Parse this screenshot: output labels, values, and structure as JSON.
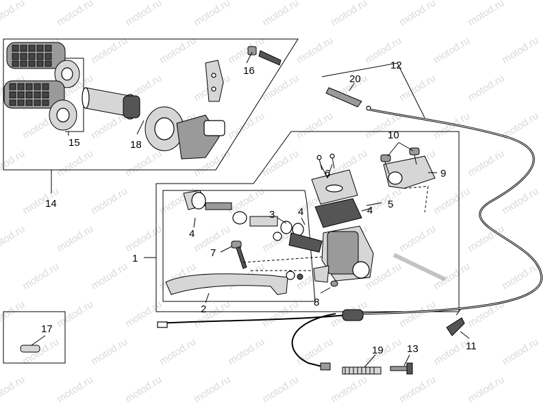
{
  "watermark": "motod.ru",
  "callouts": {
    "c1": "1",
    "c2": "2",
    "c3": "3",
    "c4a": "4",
    "c4b": "4",
    "c4c": "4",
    "c5": "5",
    "c6": "6",
    "c7": "7",
    "c8": "8",
    "c9": "9",
    "c10": "10",
    "c11": "11",
    "c12": "12",
    "c13": "13",
    "c14": "14",
    "c15": "15",
    "c16": "16",
    "c17": "17",
    "c18": "18",
    "c19": "19",
    "c20": "20"
  }
}
